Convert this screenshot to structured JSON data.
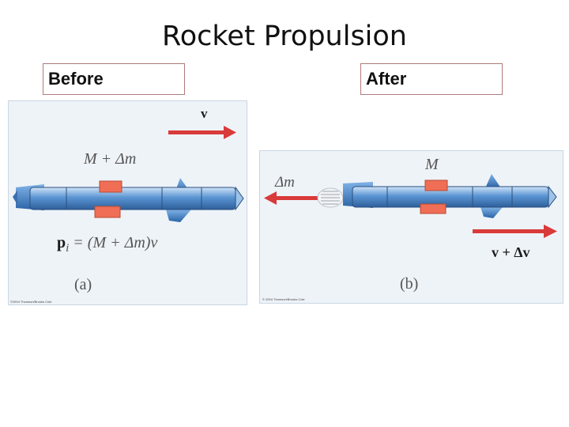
{
  "slide": {
    "title": "Rocket Propulsion"
  },
  "labels": {
    "before": "Before",
    "after": "After"
  },
  "panel_a": {
    "velocity_label": "v",
    "mass_label": "M + Δm",
    "momentum_lhs": "p",
    "momentum_sub": "i",
    "momentum_rhs": " = (M + Δm)v",
    "caption": "(a)",
    "copyright": "©2004 Thomson/Brooks Cole"
  },
  "panel_b": {
    "mass_label": "M",
    "exhaust_label": "Δm",
    "velocity_label": "v + Δv",
    "caption": "(b)",
    "copyright": "© 2004 Thomson/Brooks Cole"
  },
  "colors": {
    "arrow_red": "#d93a3a",
    "panel_bg": "#eef3f8",
    "rocket_blue": "#4a86c8",
    "fin_orange": "#ef6e55"
  }
}
